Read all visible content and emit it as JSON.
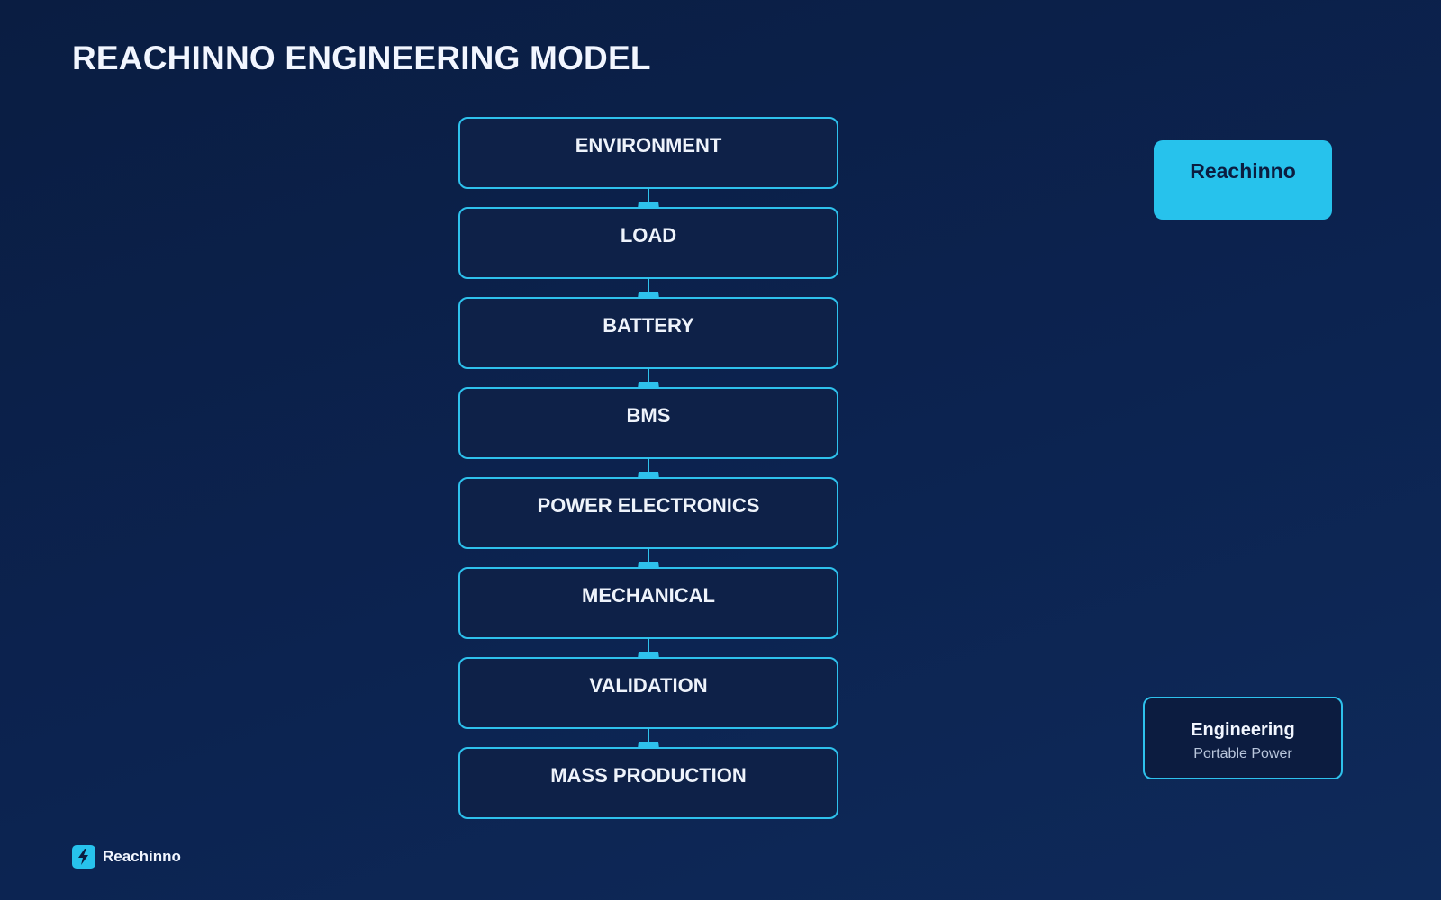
{
  "title": "REACHINNO ENGINEERING MODEL",
  "steps": [
    "ENVIRONMENT",
    "LOAD",
    "BATTERY",
    "BMS",
    "POWER ELECTRONICS",
    "MECHANICAL",
    "VALIDATION",
    "MASS PRODUCTION"
  ],
  "brand_box": {
    "label": "Reachinno"
  },
  "info_card": {
    "title": "Engineering",
    "subtitle": "Portable Power"
  },
  "footer": {
    "brand": "Reachinno",
    "icon": "lightning-bolt-icon"
  },
  "colors": {
    "accent": "#27c2ec",
    "background": "#0b1f47",
    "box_fill": "#0e2148",
    "text": "#eef3fb"
  }
}
